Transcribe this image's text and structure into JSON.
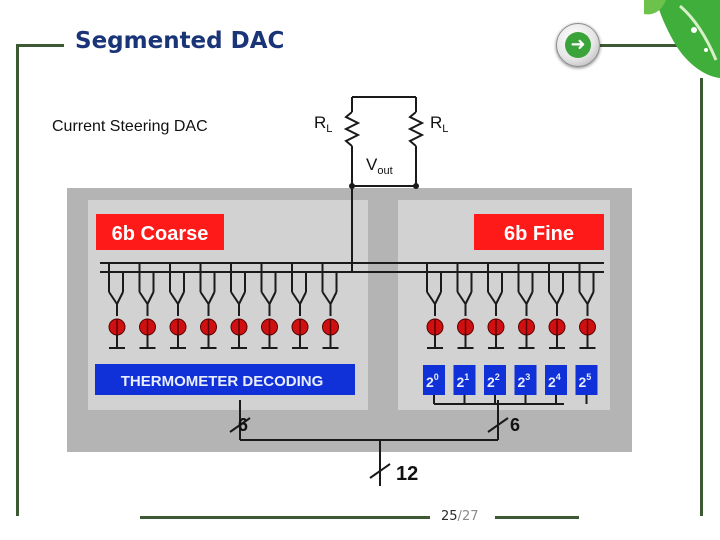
{
  "slide": {
    "title": "Segmented DAC",
    "subtitle": "Current Steering DAC",
    "page_current": "25",
    "page_sep": "/",
    "page_total": "27"
  },
  "diagram": {
    "coarse_label": "6b Coarse",
    "fine_label": "6b Fine",
    "thermometer_label": "THERMOMETER DECODING",
    "rl_label": "R",
    "rl_sub": "L",
    "vout_label": "V",
    "vout_sub": "out",
    "coarse_bus_width": "6",
    "fine_bus_width": "6",
    "input_bus_width": "12",
    "binary_base": "2",
    "binary_exponents": [
      "0",
      "1",
      "2",
      "3",
      "4",
      "5"
    ],
    "coarse_source_count": 8,
    "fine_source_count": 6
  },
  "colors": {
    "title": "#1a3478",
    "frame": "#3d5a35",
    "panel": "#b4b4b4",
    "inner_panel": "#d2d2d2",
    "label_red": "#ff1a1a",
    "decoder_blue": "#1030d8",
    "source_red": "#d01010",
    "wire": "#1a1a1a"
  },
  "icons": {
    "next": "arrow-right-icon",
    "leaf": "green-leaf-icon"
  }
}
